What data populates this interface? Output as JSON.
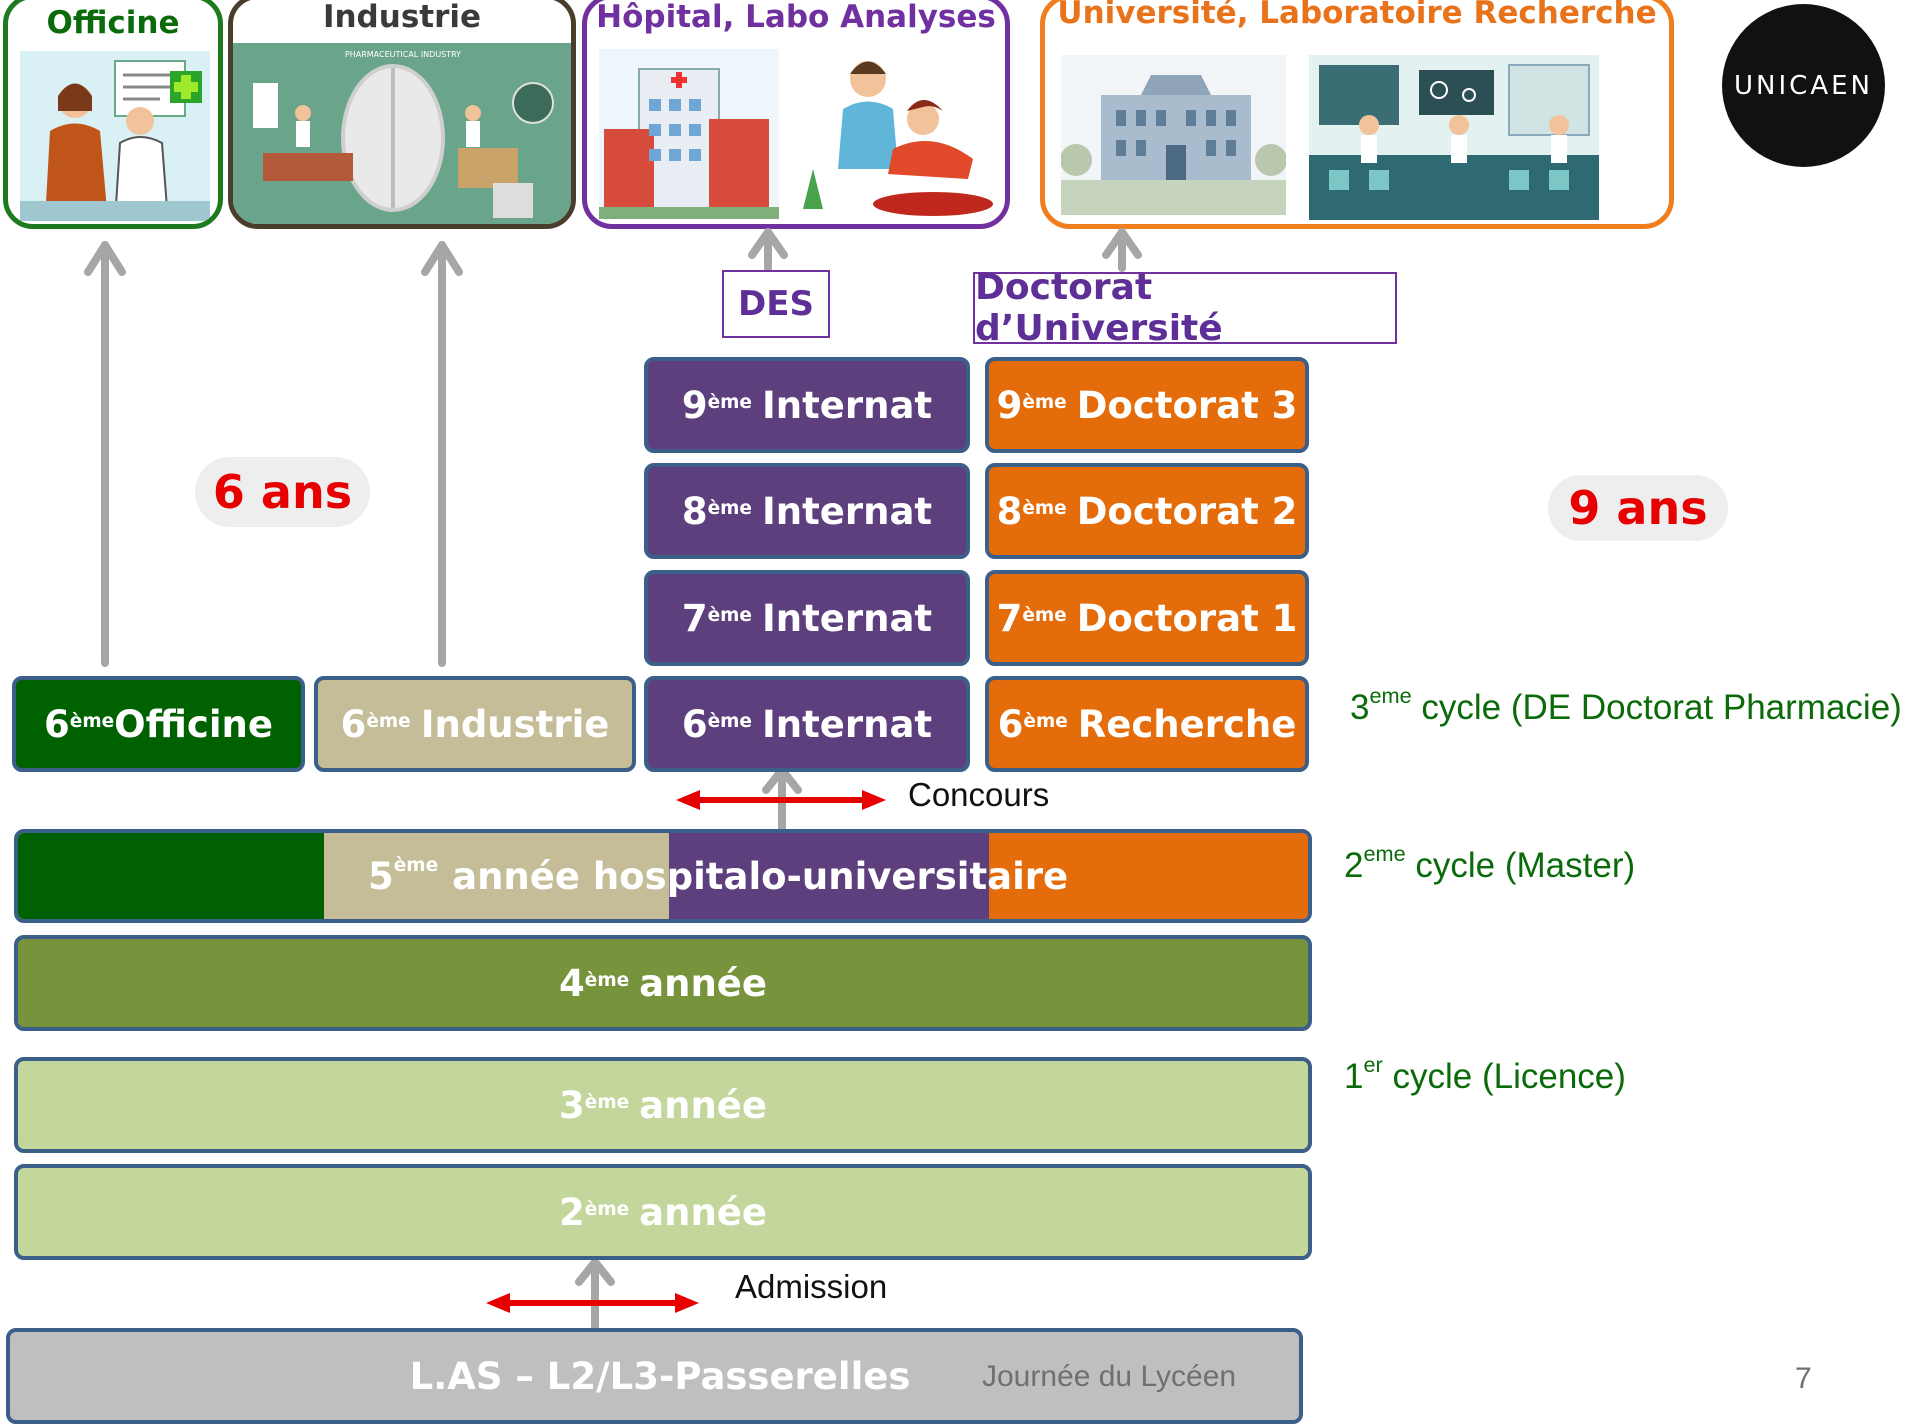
{
  "destinations": {
    "officine": "Officine",
    "industrie": "Industrie",
    "industrie_caption": "PHARMACEUTICAL INDUSTRY",
    "hopital": "Hôpital, Labo Analyses",
    "universite": "Université, Laboratoire Recherche"
  },
  "logo": {
    "text": "UNICAEN"
  },
  "labels": {
    "des": "DES",
    "doctorat_universite": "Doctorat d’Université",
    "six_ans": "6 ans",
    "neuf_ans": "9 ans",
    "concours": "Concours",
    "admission": "Admission"
  },
  "years": {
    "internat_9": {
      "num": "9",
      "suf": "ème",
      "label": "Internat"
    },
    "internat_8": {
      "num": "8",
      "suf": "ème",
      "label": "Internat"
    },
    "internat_7": {
      "num": "7",
      "suf": "ème",
      "label": "Internat"
    },
    "internat_6": {
      "num": "6",
      "suf": "ème",
      "label": "Internat"
    },
    "doctorat_3": {
      "num": "9",
      "suf": "ème",
      "label": "Doctorat 3"
    },
    "doctorat_2": {
      "num": "8",
      "suf": "ème",
      "label": "Doctorat 2"
    },
    "doctorat_1": {
      "num": "7",
      "suf": "ème",
      "label": "Doctorat 1"
    },
    "recherche_6": {
      "num": "6",
      "suf": "ème",
      "label": "Recherche"
    },
    "officine_6": {
      "num": "6",
      "suf": "ème",
      "label": "Officine"
    },
    "industrie_6": {
      "num": "6",
      "suf": "ème",
      "label": "Industrie"
    },
    "annee_5": {
      "num": "5",
      "suf": "ème",
      "label": "année hospitalo-universitaire"
    },
    "annee_4": {
      "num": "4",
      "suf": "ème",
      "label": "année"
    },
    "annee_3": {
      "num": "3",
      "suf": "ème",
      "label": "année"
    },
    "annee_2": {
      "num": "2",
      "suf": "ème",
      "label": "année"
    },
    "las": {
      "label": "L.AS – L2/L3-Passerelles"
    }
  },
  "cycles": {
    "cycle3": {
      "num": "3",
      "suf": "eme",
      "label": " cycle (DE Doctorat Pharmacie)"
    },
    "cycle2": {
      "num": "2",
      "suf": "eme",
      "label": " cycle (Master)"
    },
    "cycle1": {
      "num": "1",
      "suf": "er",
      "label": " cycle (Licence)"
    }
  },
  "footer": {
    "event": "Journée du Lycéen",
    "page": "7"
  },
  "colors": {
    "purple": "#5e3f7e",
    "orange": "#e46c0a",
    "dark_green": "#006100",
    "beige": "#c4bd97",
    "olive": "#77933c",
    "light_green": "#c3d69b",
    "grey": "#bfbfbf",
    "red": "#e60000",
    "cycle_green": "#0b6b0b"
  }
}
